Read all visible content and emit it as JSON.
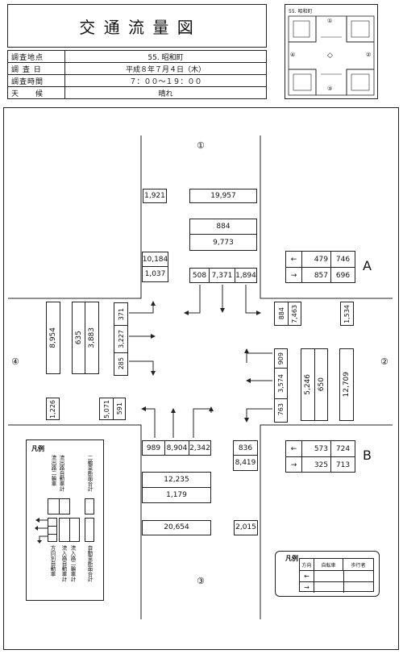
{
  "header": {
    "title": "交 通 流 量 図",
    "rows": [
      {
        "key": "調査地点",
        "value": "55. 昭和町"
      },
      {
        "key": "調 査 日",
        "value": "平成８年７月４日（木）"
      },
      {
        "key": "調査時間",
        "value": "７：００〜１９：００"
      },
      {
        "key": "天　　候",
        "value": "晴れ"
      }
    ]
  },
  "minimap": {
    "label": "55. 昭和町",
    "labels": [
      "①",
      "②",
      "③",
      "④"
    ],
    "diamond": "◇"
  },
  "directions": {
    "north": "①",
    "east": "②",
    "south": "③",
    "west": "④"
  },
  "north": {
    "outbound_two_wheel": "1,921",
    "outbound_total": "19,957",
    "cross_two_wheel": "884",
    "cross_vehicles": "9,773",
    "left_upper": "10,184",
    "left_lower": "1,037",
    "turns": [
      "508",
      "7,371",
      "1,894"
    ]
  },
  "west": {
    "cols": [
      "8,954",
      "635",
      "3,883"
    ],
    "turns": [
      "371",
      "3,227",
      "285"
    ],
    "bottom_left": "1,226",
    "bottom_pair": [
      "5,071",
      "591"
    ]
  },
  "east": {
    "top_pair": [
      "884",
      "7,463"
    ],
    "top_right": "1,534",
    "turns": [
      "909",
      "3,574",
      "763"
    ],
    "cols": [
      "5,246",
      "650",
      "12,709"
    ]
  },
  "south": {
    "turns": [
      "989",
      "8,904",
      "2,342"
    ],
    "cross_total": "12,235",
    "cross_two_wheel": "1,179",
    "bottom": "20,654",
    "bottom_right": "2,015",
    "right_upper": "836",
    "right_lower": "8,419"
  },
  "crosswalk_A": {
    "label": "A",
    "rows": [
      {
        "arrow": "←",
        "bike": "479",
        "ped": "746"
      },
      {
        "arrow": "→",
        "bike": "857",
        "ped": "696"
      }
    ]
  },
  "crosswalk_B": {
    "label": "B",
    "rows": [
      {
        "arrow": "←",
        "bike": "573",
        "ped": "724"
      },
      {
        "arrow": "→",
        "bike": "325",
        "ped": "713"
      }
    ]
  },
  "legend_left": {
    "title": "凡例",
    "top_cols": [
      "流出路二輪車",
      "流出路自動車計",
      "二輪車断面合計"
    ],
    "bottom_cols": [
      "方向別自動車",
      "流入路自動車計",
      "流入路二輪車計",
      "自動車断面合計"
    ]
  },
  "legend_right": {
    "title": "凡例",
    "headers": [
      "方向",
      "自転車",
      "歩行者"
    ],
    "arrows": [
      "←",
      "→"
    ]
  }
}
